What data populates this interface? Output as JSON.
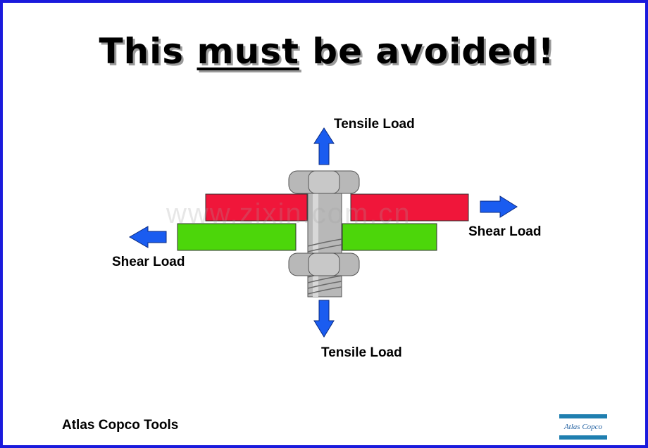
{
  "title": {
    "before": "This",
    "emphasis": "must",
    "after": "be avoided!"
  },
  "watermark": "www.zixin.com.cn",
  "labels": {
    "tensile_top": "Tensile Load",
    "tensile_bottom": "Tensile Load",
    "shear_right": "Shear Load",
    "shear_left": "Shear Load"
  },
  "footer": "Atlas Copco Tools",
  "logo": "Atlas Copco",
  "colors": {
    "upper_plate": "#f0163a",
    "lower_plate": "#4cd60a",
    "arrow": "#1a5cf0",
    "bolt": "#b8b8b8",
    "border": "#1a1adc"
  }
}
